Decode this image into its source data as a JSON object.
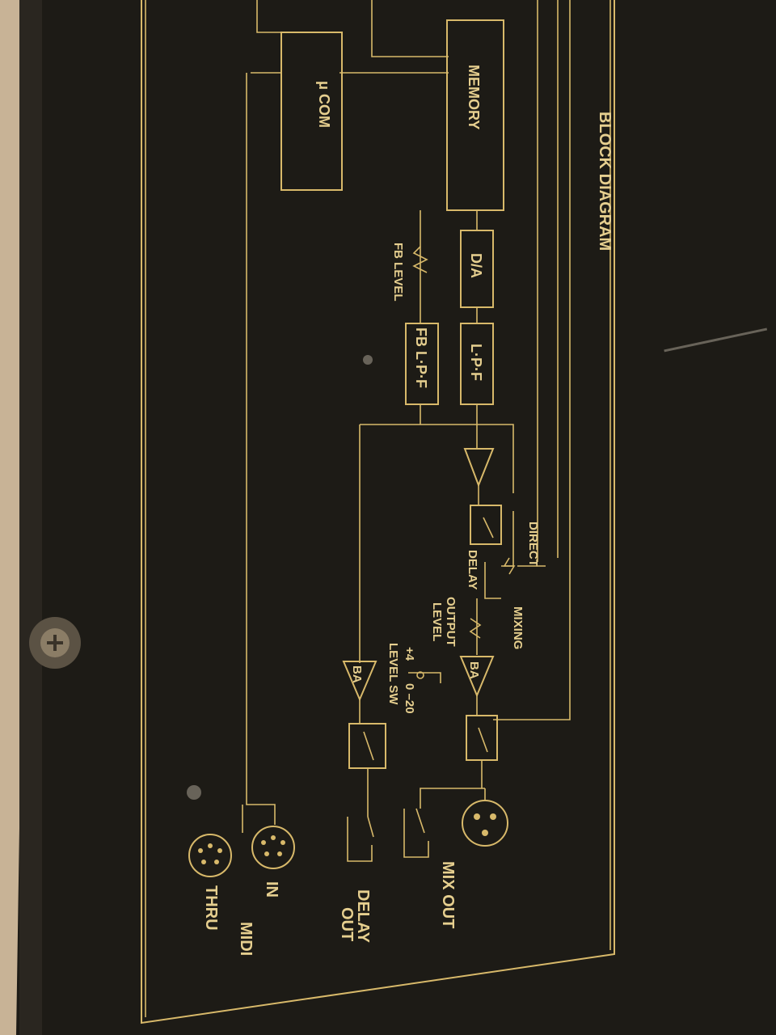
{
  "diagram": {
    "title": "BLOCK DIAGRAM",
    "blocks": {
      "micro_com": "μ COM",
      "memory": "MEMORY",
      "da": "D/A",
      "lpf": "L·P·F",
      "fb_lpf": "FB L·P·F"
    },
    "labels": {
      "fb_level": "FB LEVEL",
      "direct": "DIRECT",
      "delay": "DELAY",
      "mixing": "MIXING",
      "output_level_1": "OUTPUT",
      "output_level_2": "LEVEL",
      "level_sw_plus": "+4",
      "level_sw_minus": "0 –20",
      "level_sw": "LEVEL SW",
      "ba_1": "BA",
      "ba_2": "BA",
      "mix_out": "MIX OUT",
      "delay_out_1": "DELAY",
      "delay_out_2": "OUT",
      "midi_in": "IN",
      "midi_thru": "THRU",
      "midi": "MIDI"
    }
  }
}
